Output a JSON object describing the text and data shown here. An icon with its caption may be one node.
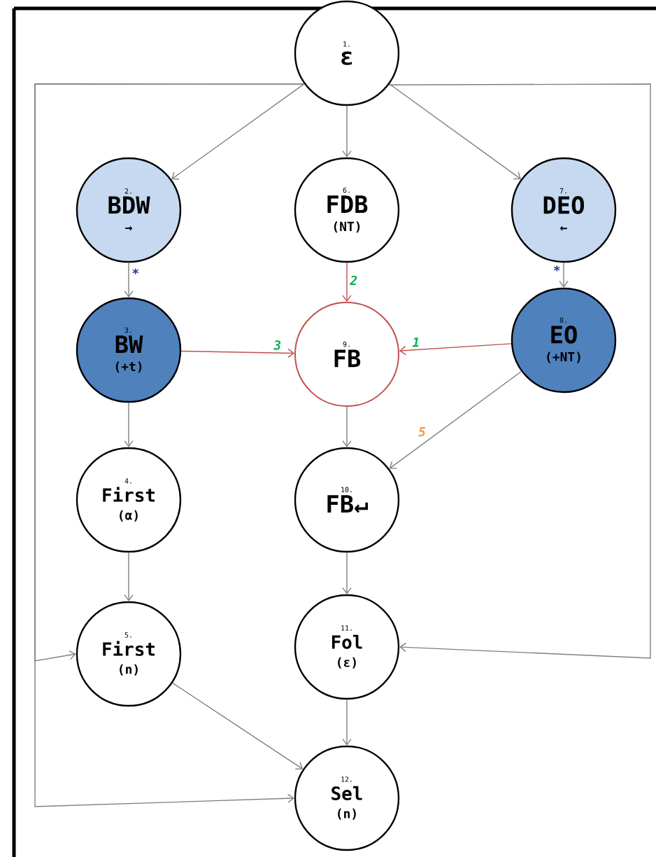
{
  "diagram": {
    "nodes": [
      {
        "text": [
          "1.",
          "ε"
        ]
      },
      {
        "text": [
          "2.",
          "BDW",
          "→"
        ]
      },
      {
        "text": [
          "3.",
          "BW",
          "(+t)"
        ]
      },
      {
        "text": [
          "4.",
          "First",
          "(α)"
        ]
      },
      {
        "text": [
          "5.",
          "First",
          "(n)"
        ]
      },
      {
        "text": [
          "6.",
          "FDB",
          "(NT)"
        ]
      },
      {
        "text": [
          "7.",
          "DEO",
          "←"
        ]
      },
      {
        "text": [
          "8.",
          "EO",
          "(+NT)"
        ]
      },
      {
        "text": [
          "9.",
          "FB"
        ]
      },
      {
        "text": [
          "10.",
          "FB↵"
        ]
      },
      {
        "text": [
          "11.",
          "Fol",
          "(ε)"
        ]
      },
      {
        "text": [
          "12.",
          "Sel",
          "(n)"
        ]
      }
    ],
    "edges": [
      {
        "from": 0,
        "to": 1,
        "arrow": "to"
      },
      {
        "from": 0,
        "to": 5,
        "arrow": "to"
      },
      {
        "from": 0,
        "to": 6,
        "arrow": "to"
      },
      {
        "from": 1,
        "to": 2,
        "arrow": "to",
        "label": "*"
      },
      {
        "from": 6,
        "to": 7,
        "arrow": "to",
        "label": "*"
      },
      {
        "from": 5,
        "to": 8,
        "arrow": "to",
        "label": "2",
        "color": "#c0504d"
      },
      {
        "from": 2,
        "to": 8,
        "arrow": "to",
        "label": "3",
        "color": "#c0504d"
      },
      {
        "from": 7,
        "to": 8,
        "arrow": "to",
        "label": "1",
        "color": "#c0504d"
      },
      {
        "from": 8,
        "to": 9,
        "arrow": "to"
      },
      {
        "from": 7,
        "to": 9,
        "arrow": "to",
        "label": "5"
      },
      {
        "from": 2,
        "to": 3,
        "arrow": "to"
      },
      {
        "from": 3,
        "to": 4,
        "arrow": "to"
      },
      {
        "from": 9,
        "to": 10,
        "arrow": "to"
      },
      {
        "from": 10,
        "to": 11,
        "arrow": "to"
      },
      {
        "from": 4,
        "to": 11,
        "arrow": "to"
      },
      {
        "from": 0,
        "to": 4,
        "arrow": "to"
      },
      {
        "from": 0,
        "to": 11,
        "arrow": "to"
      },
      {
        "from": 0,
        "to": 10,
        "arrow": "to"
      }
    ]
  }
}
